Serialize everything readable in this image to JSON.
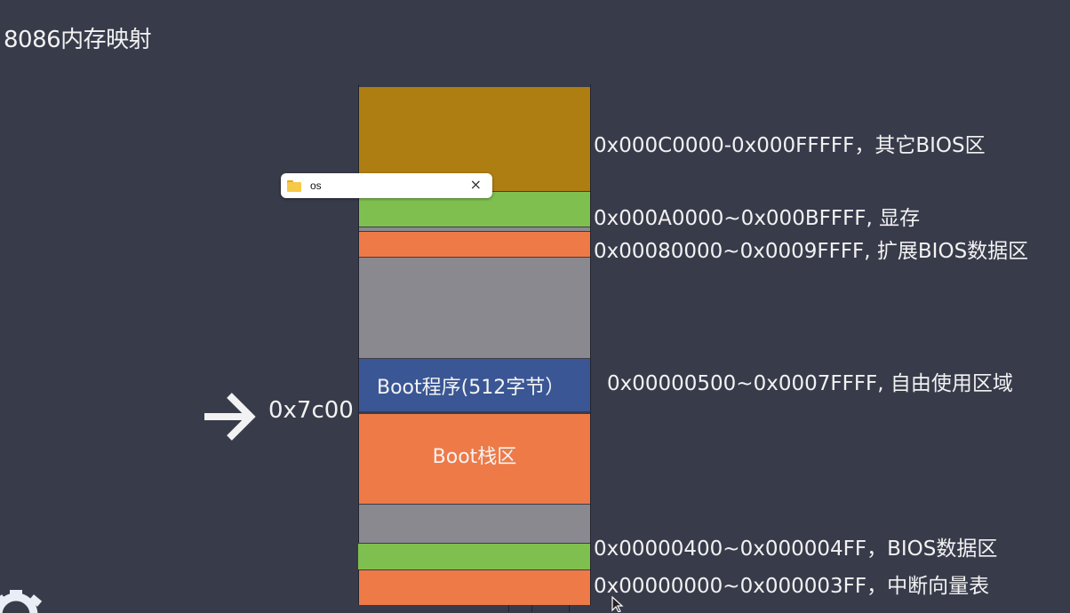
{
  "title": "8086内存映射",
  "blocks": {
    "boot": "Boot程序(512字节）",
    "stack": "Boot栈区"
  },
  "labels": {
    "bios_high": "0x000C0000-0x000FFFFF，其它BIOS区",
    "vram": "0x000A0000~0x000BFFFF, 显存",
    "ebda": "0x00080000~0x0009FFFF, 扩展BIOS数据区",
    "free": "0x00000500~0x0007FFFF, 自由使用区域",
    "bda": "0x00000400~0x000004FF，BIOS数据区",
    "ivt": "0x00000000~0x000003FF，中断向量表"
  },
  "marker": {
    "address": "0x7c00",
    "icon": "arrow-right-icon"
  },
  "tooltip": {
    "text": "os",
    "icon": "folder-icon",
    "close": "×"
  },
  "colors": {
    "background": "#383b4a",
    "bios_high": "#ae7e12",
    "vram": "#7fbf50",
    "orange": "#ee7a48",
    "gray": "#8a898f",
    "boot": "#3a5694"
  }
}
